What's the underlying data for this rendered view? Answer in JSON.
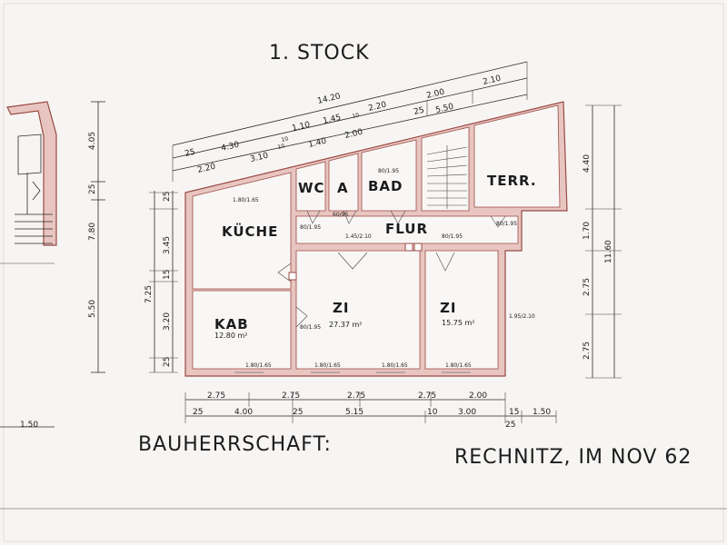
{
  "sheet": {
    "title": "1. STOCK",
    "owner_label": "BAUHERRSCHAFT:",
    "place_date": "RECHNITZ, IM NOV 62"
  },
  "rooms": {
    "kueche": "KÜCHE",
    "wc": "WC",
    "a": "A",
    "bad": "BAD",
    "terr": "TERR.",
    "flur": "FLUR",
    "kab": "KAB",
    "kab_area": "12.80 m²",
    "zi_left": "ZI",
    "zi_left_area": "27.37 m²",
    "zi_right": "ZI",
    "zi_right_area": "15.75 m²"
  },
  "dims_top": [
    "14.20",
    "2.10",
    "2.00",
    "5.50",
    "25",
    "2.20",
    "1.45",
    "10",
    "1.10",
    "10",
    "1.40",
    "2.00",
    "4.30",
    "10",
    "25",
    "2.20",
    "3.10"
  ],
  "dims_bottom_row1": [
    "2.75",
    "2.75",
    "2.75",
    "2.75",
    "2.00"
  ],
  "dims_bottom_row2": [
    "25",
    "4.00",
    "25",
    "5.15",
    "10",
    "3.00",
    "15",
    "25",
    "1.50"
  ],
  "dims_left": [
    "25",
    "3.45",
    "15",
    "3.20",
    "25",
    "7.25"
  ],
  "dims_right": [
    "4.40",
    "1.70",
    "2.75",
    "2.75",
    "11.60"
  ],
  "dims_side_left": [
    "4.05",
    "25",
    "7.80",
    "5.50",
    "1.50"
  ],
  "openings": [
    "1.80/1.65",
    "1.80/1.65",
    "1.80/1.65",
    "1.80/1.65",
    "1.80/1.65",
    "1.95/2.10",
    "80/1.95",
    "80/1.95",
    "80/1.95",
    "80/1.95",
    "1.45/2.10",
    "60/95",
    "80/1.95"
  ]
}
